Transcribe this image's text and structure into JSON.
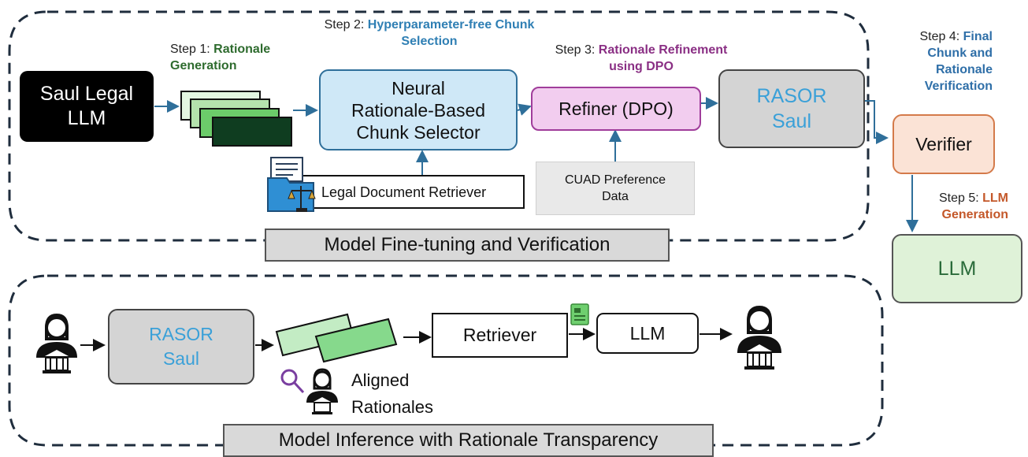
{
  "steps": {
    "step1_prefix": "Step 1: ",
    "step1_line1": "Rationale",
    "step1_line2": "Generation",
    "step2_prefix": "Step 2: ",
    "step2_line1": "Hyperparameter-free Chunk",
    "step2_line2": "Selection",
    "step3_prefix": "Step 3: ",
    "step3_line1": "Rationale Refinement",
    "step3_line2": "using DPO",
    "step4_prefix": "Step 4: ",
    "step4_line1": "Final",
    "step4_line2": "Chunk and",
    "step4_line3": "Rationale",
    "step4_line4": "Verification",
    "step5_prefix": "Step 5: ",
    "step5_line1": "LLM",
    "step5_line2": "Generation"
  },
  "top": {
    "saul_line1": "Saul Legal",
    "saul_line2": "LLM",
    "selector_line1": "Neural",
    "selector_line2": "Rationale-Based",
    "selector_line3": "Chunk Selector",
    "retriever": "Legal Document Retriever",
    "refiner": "Refiner (DPO)",
    "cuad_line1": "CUAD Preference",
    "cuad_line2": "Data",
    "rasor_line1": "RASOR",
    "rasor_line2": "Saul",
    "verifier": "Verifier",
    "llm": "LLM",
    "section_label": "Model Fine-tuning and Verification"
  },
  "bottom": {
    "rasor_line1": "RASOR",
    "rasor_line2": "Saul",
    "aligned_line1": "Aligned",
    "aligned_line2": "Rationales",
    "retriever": "Retriever",
    "llm": "LLM",
    "section_label": "Model Inference with Rationale Transparency"
  },
  "colors": {
    "black_box": "#000000",
    "selector_fill": "#cfe8f7",
    "refiner_fill": "#f2cdef",
    "refiner_border": "#a03d9b",
    "rasor_fill": "#d4d4d4",
    "rasor_text": "#3aa0d8",
    "verifier_fill": "#fbe3d6",
    "verifier_border": "#d47a4a",
    "llm_fill": "#dff2d8",
    "arrow": "#2f6f9a"
  },
  "icons": [
    "user-with-bank-icon",
    "magnifier-icon",
    "document-icon",
    "folder-scales-icon"
  ]
}
